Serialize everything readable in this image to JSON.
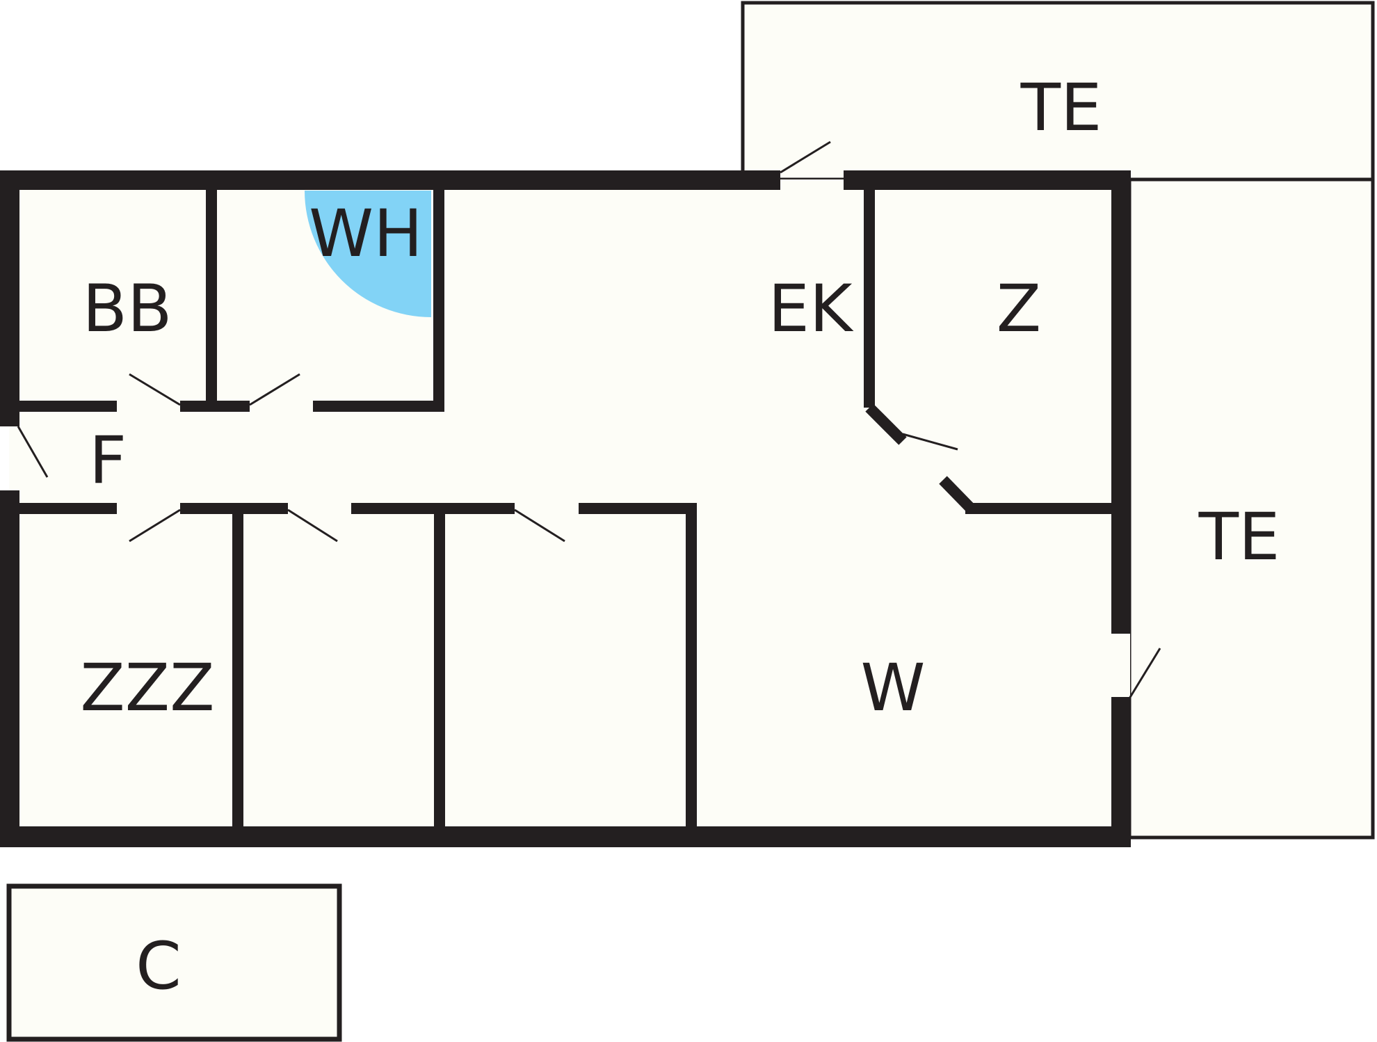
{
  "colors": {
    "floor": "#fdfdf7",
    "wall": "#231f20",
    "shower": "#82d3f6"
  },
  "rooms": {
    "terrace_top": "TE",
    "terrace_right": "TE",
    "bathroom": "BB",
    "washroom": "WH",
    "kitchen": "EK",
    "room_z": "Z",
    "hallway": "F",
    "bedroom": "ZZZ",
    "living": "W",
    "storage": "C"
  }
}
